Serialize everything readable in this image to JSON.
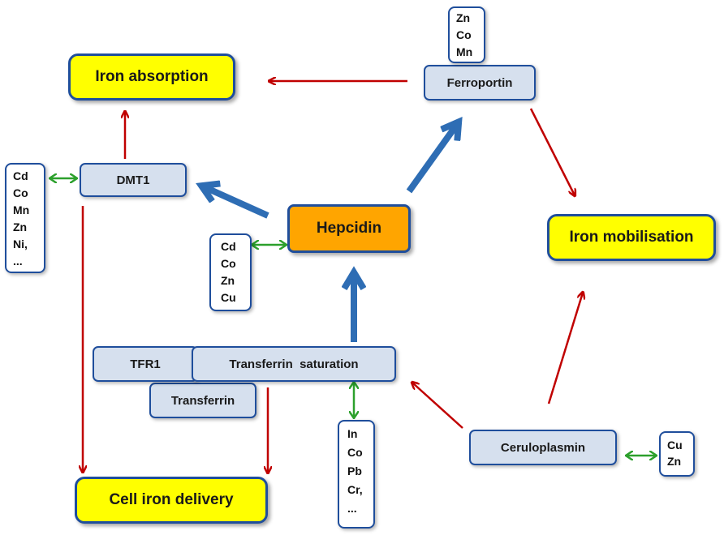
{
  "nodes": {
    "iron_absorption": "Iron absorption",
    "iron_mobilisation": "Iron mobilisation",
    "cell_iron_delivery": "Cell iron delivery",
    "hepcidin": "Hepcidin",
    "ferroportin": "Ferroportin",
    "dmt1": "DMT1",
    "tfr1": "TFR1",
    "transferrin_saturation": "Transferrin  saturation",
    "transferrin": "Transferrin",
    "ceruloplasmin": "Ceruloplasmin"
  },
  "metal_lists": {
    "ferroportin": [
      "Zn",
      "Co",
      "Mn"
    ],
    "dmt1": [
      "Cd",
      "Co",
      "Mn",
      "Zn",
      "Ni,",
      "..."
    ],
    "hepcidin": [
      "Cd",
      "Co",
      "Zn",
      "Cu"
    ],
    "transferrin_saturation": [
      "In",
      "Co",
      "Pb",
      "Cr,",
      "..."
    ],
    "ceruloplasmin": [
      "Cu",
      "Zn"
    ]
  },
  "colors": {
    "outcome_fill": "#ffff00",
    "protein_fill": "#d6e0ee",
    "hepcidin_fill": "#ffa500",
    "border_blue": "#1f4e9c",
    "red_arrow": "#c00000",
    "blue_arrow": "#2e6db4",
    "green_arrow": "#2ca02c"
  }
}
